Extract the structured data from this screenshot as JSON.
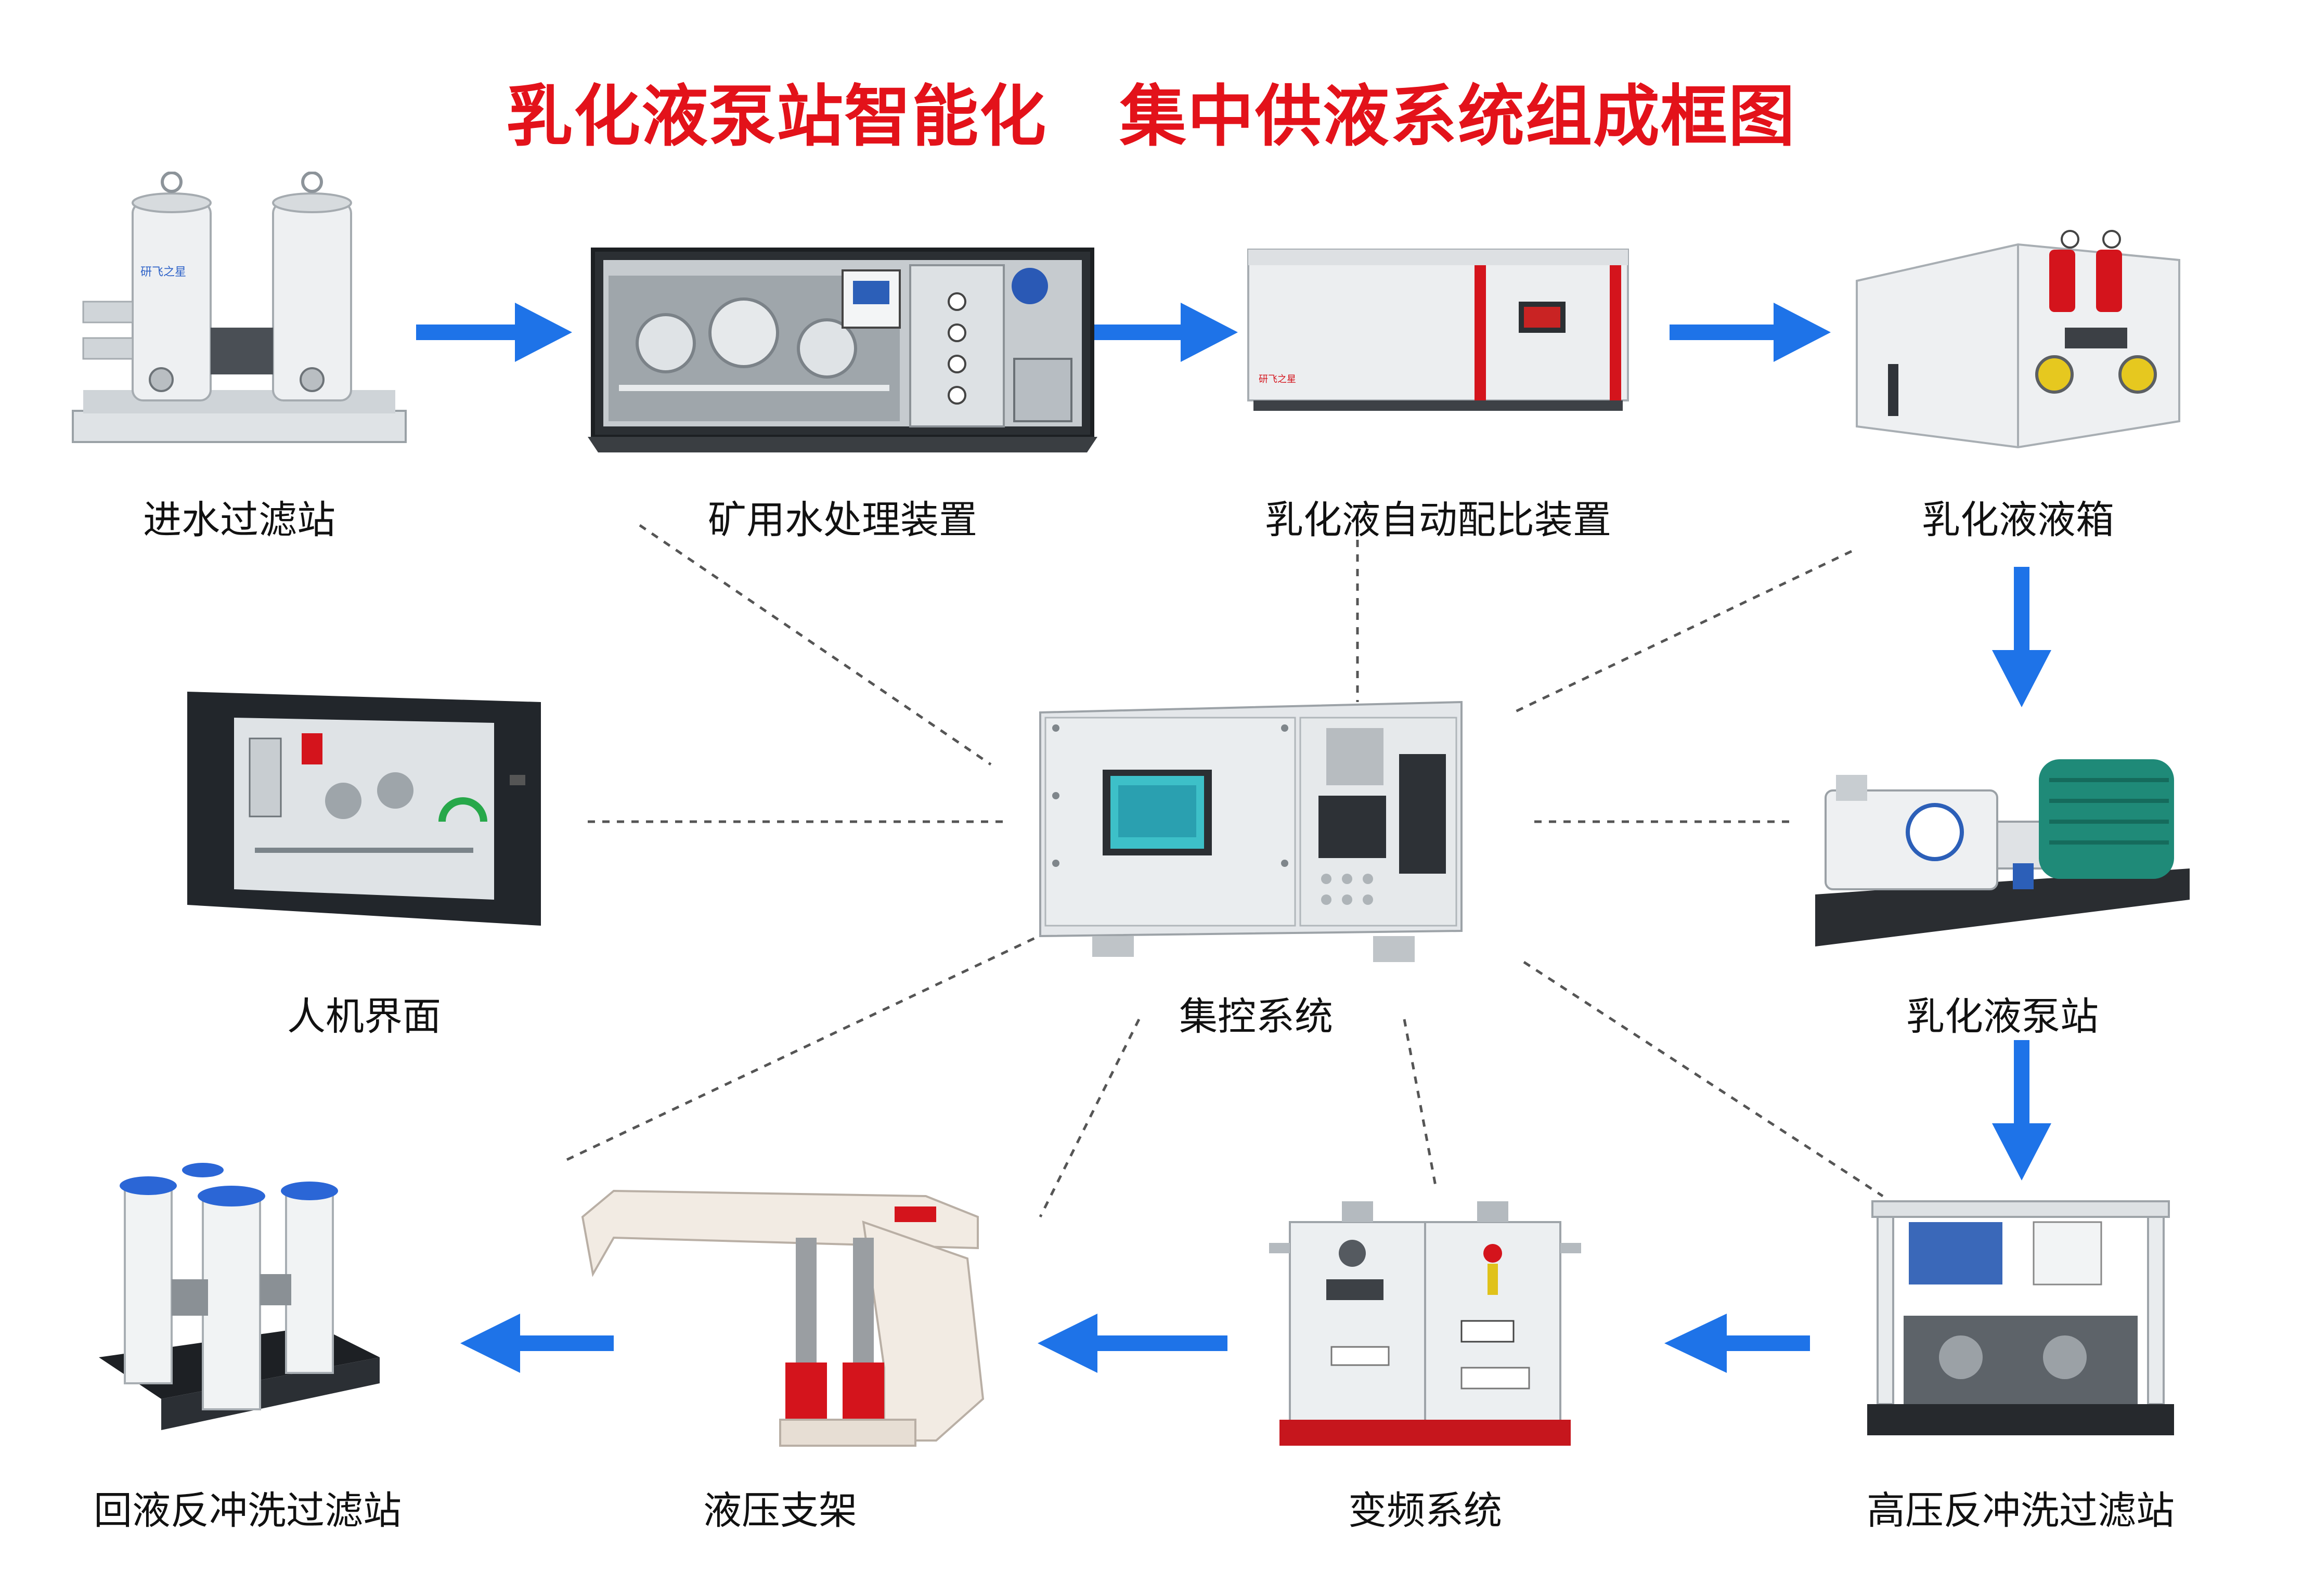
{
  "title": "乳化液泵站智能化   集中供液系统组成框图",
  "colors": {
    "title": "#e3121a",
    "arrow": "#1e73e8",
    "dash": "#555555",
    "device_body": "#e9ecee",
    "red_accent": "#d4141c"
  },
  "nodes": {
    "inlet_filter": {
      "label": "进水过滤站",
      "icon": "twin-filter-station-icon"
    },
    "water_treatment": {
      "label": "矿用水处理装置",
      "icon": "water-treatment-skid-icon"
    },
    "auto_mix": {
      "label": "乳化液自动配比装置",
      "icon": "auto-mixing-cabinet-icon"
    },
    "tank": {
      "label": "乳化液液箱",
      "icon": "emulsion-tank-icon"
    },
    "hmi": {
      "label": "人机界面",
      "icon": "touch-panel-icon"
    },
    "control": {
      "label": "集控系统",
      "icon": "control-cabinet-icon"
    },
    "pump": {
      "label": "乳化液泵站",
      "icon": "pump-motor-icon"
    },
    "return_filter": {
      "label": "回液反冲洗过滤站",
      "icon": "backflush-filter-icon"
    },
    "support": {
      "label": "液压支架",
      "icon": "hydraulic-support-icon"
    },
    "vfd": {
      "label": "变频系统",
      "icon": "vfd-cabinet-icon"
    },
    "hp_filter": {
      "label": "高压反冲洗过滤站",
      "icon": "hp-filter-station-icon"
    }
  }
}
